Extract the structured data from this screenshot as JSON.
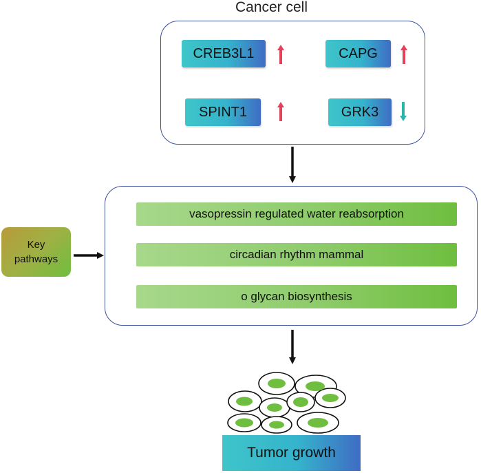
{
  "title": "Cancer cell",
  "genes": [
    {
      "name": "CREB3L1",
      "direction": "up"
    },
    {
      "name": "CAPG",
      "direction": "up"
    },
    {
      "name": "SPINT1",
      "direction": "up"
    },
    {
      "name": "GRK3",
      "direction": "down"
    }
  ],
  "key_label": {
    "line1": "Key",
    "line2": "pathways"
  },
  "pathways": [
    "vasopressin regulated water reabsorption",
    "circadian rhythm mammal",
    "o glycan biosynthesis"
  ],
  "outcome": "Tumor growth",
  "colors": {
    "up_arrow": "#e0435a",
    "down_arrow": "#2bb5a8",
    "flow_arrow": "#111111",
    "box_border": "#3d4fa0",
    "cell_nucleus": "#6fbe3f"
  },
  "icons": {
    "up": "arrow-up-icon",
    "down": "arrow-down-icon",
    "flow": "arrow-icon"
  }
}
